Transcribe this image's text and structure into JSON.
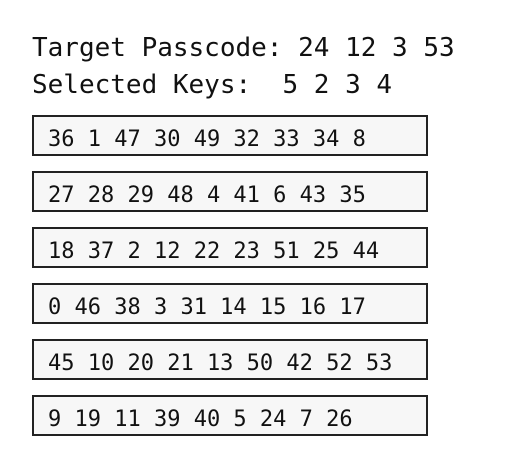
{
  "header": {
    "target_label": "Target Passcode:",
    "target_value": "24 12 3 53",
    "selected_label": "Selected Keys:",
    "selected_value": "5 2 3 4"
  },
  "rows": [
    "36 1 47 30 49 32 33 34 8",
    "27 28 29 48 4 41 6 43 35",
    "18 37 2 12 22 23 51 25 44",
    "0 46 38 3 31 14 15 16 17",
    "45 10 20 21 13 50 42 52 53",
    "9 19 11 39 40 5 24 7 26"
  ],
  "colors": {
    "text": "#111111",
    "row_border": "#222222",
    "row_background": "#f7f7f7"
  }
}
